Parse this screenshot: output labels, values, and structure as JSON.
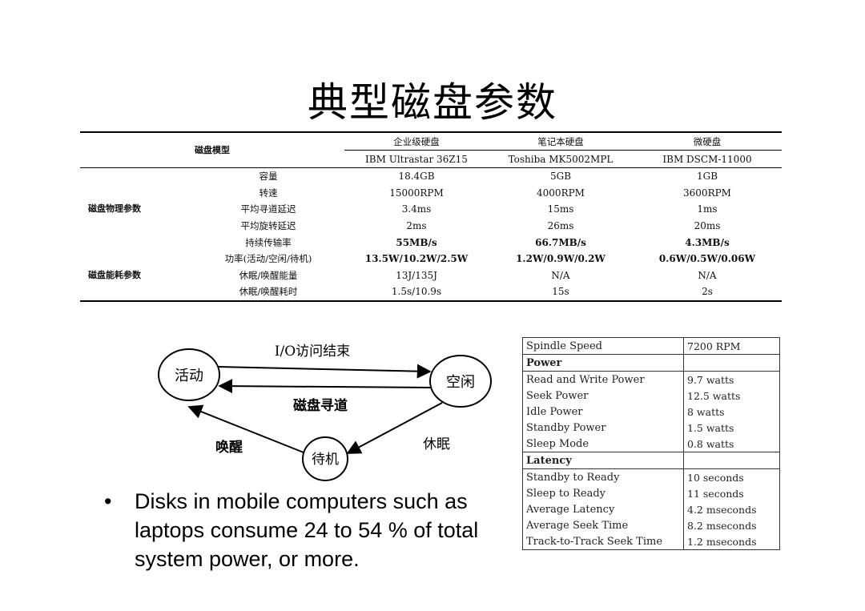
{
  "slide_title": "典型磁盘参数",
  "disk_table": {
    "model_label": "磁盘模型",
    "categories": [
      "企业级硬盘",
      "笔记本硬盘",
      "微硬盘"
    ],
    "models": [
      "IBM Ultrastar 36Z15",
      "Toshiba MK5002MPL",
      "IBM DSCM-11000"
    ],
    "group_physical": "磁盘物理参数",
    "group_energy": "磁盘能耗参数",
    "rows": [
      {
        "param": "容量",
        "values": [
          "18.4GB",
          "5GB",
          "1GB"
        ]
      },
      {
        "param": "转速",
        "values": [
          "15000RPM",
          "4000RPM",
          "3600RPM"
        ]
      },
      {
        "param": "平均寻道延迟",
        "values": [
          "3.4ms",
          "15ms",
          "1ms"
        ]
      },
      {
        "param": "平均旋转延迟",
        "values": [
          "2ms",
          "26ms",
          "20ms"
        ]
      },
      {
        "param": "持续传输率",
        "values": [
          "55MB/s",
          "66.7MB/s",
          "4.3MB/s"
        ]
      },
      {
        "param": "功率(活动/空闲/待机)",
        "values": [
          "13.5W/10.2W/2.5W",
          "1.2W/0.9W/0.2W",
          "0.6W/0.5W/0.06W"
        ]
      },
      {
        "param": "休眠/唤醒能量",
        "values": [
          "13J/135J",
          "N/A",
          "N/A"
        ]
      },
      {
        "param": "休眠/唤醒耗时",
        "values": [
          "1.5s/10.9s",
          "15s",
          "2s"
        ]
      }
    ]
  },
  "diagram": {
    "state_active": "活动",
    "state_idle": "空闲",
    "state_standby": "待机",
    "label_io_end": "I/O访问结束",
    "label_seek": "磁盘寻道",
    "label_wakeup": "唤醒",
    "label_sleep": "休眠"
  },
  "bullet": {
    "marker": "•",
    "text": "Disks in mobile computers such as laptops consume 24 to 54 % of total system power, or more."
  },
  "spec_table": {
    "spindle_label": "Spindle Speed",
    "spindle_value": "7200 RPM",
    "power_header": "Power",
    "power_rows": [
      {
        "label": "Read and Write Power",
        "value": "9.7 watts"
      },
      {
        "label": "Seek Power",
        "value": "12.5 watts"
      },
      {
        "label": "Idle Power",
        "value": "8 watts"
      },
      {
        "label": "Standby Power",
        "value": "1.5 watts"
      },
      {
        "label": "Sleep Mode",
        "value": "0.8 watts"
      }
    ],
    "latency_header": "Latency",
    "latency_rows": [
      {
        "label": "Standby to Ready",
        "value": "10 seconds"
      },
      {
        "label": "Sleep to Ready",
        "value": "11 seconds"
      },
      {
        "label": "Average Latency",
        "value": "4.2 mseconds"
      },
      {
        "label": "Average Seek Time",
        "value": "8.2 mseconds"
      },
      {
        "label": "Track-to-Track Seek Time",
        "value": "1.2 mseconds"
      }
    ]
  }
}
